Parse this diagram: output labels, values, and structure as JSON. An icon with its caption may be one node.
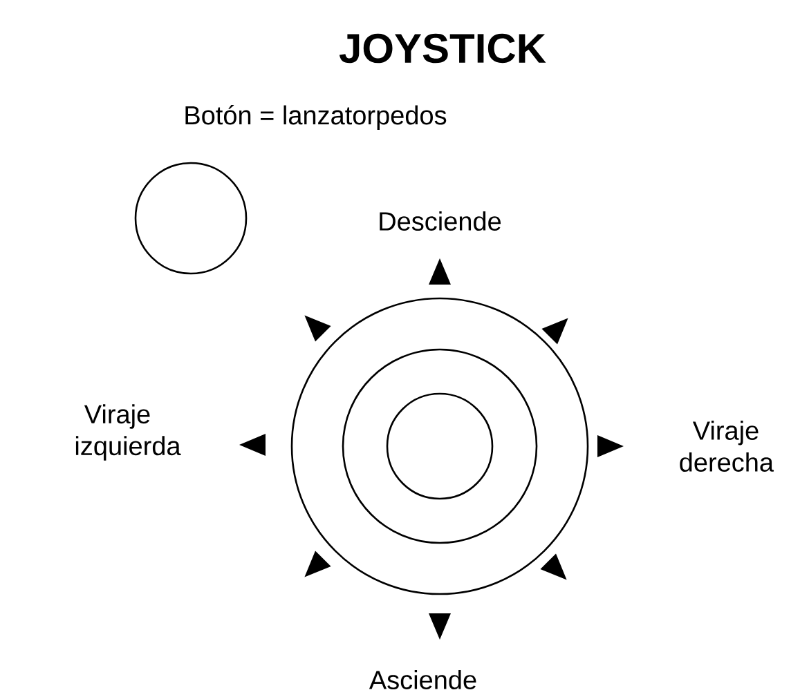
{
  "diagram": {
    "title": "JOYSTICK",
    "nodes": [
      {
        "text": [],
        "shape": "circle"
      },
      {
        "text": [],
        "shape": "circle"
      }
    ],
    "labels": [
      "Botón = lanzatorpedos",
      "Desciende",
      "Viraje izquierda",
      "Viraje derecha",
      "Asciende"
    ]
  }
}
